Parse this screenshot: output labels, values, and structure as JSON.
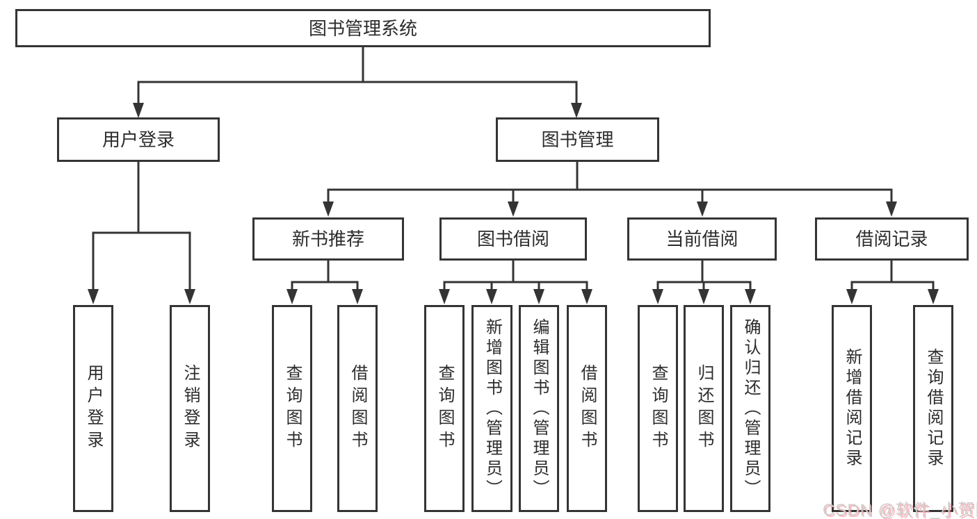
{
  "tree": {
    "root": {
      "label": "图书管理系统"
    },
    "children": [
      {
        "label": "用户登录",
        "children": [
          {
            "label": "用户登录"
          },
          {
            "label": "注销登录"
          }
        ]
      },
      {
        "label": "图书管理",
        "children": [
          {
            "label": "新书推荐",
            "children": [
              {
                "label": "查询图书"
              },
              {
                "label": "借阅图书"
              }
            ]
          },
          {
            "label": "图书借阅",
            "children": [
              {
                "label": "查询图书"
              },
              {
                "label": "新增图书（管理员）"
              },
              {
                "label": "编辑图书（管理员）"
              },
              {
                "label": "借阅图书"
              }
            ]
          },
          {
            "label": "当前借阅",
            "children": [
              {
                "label": "查询图书"
              },
              {
                "label": "归还图书"
              },
              {
                "label": "确认归还（管理员）"
              }
            ]
          },
          {
            "label": "借阅记录",
            "children": [
              {
                "label": "新增借阅记录"
              },
              {
                "label": "查询借阅记录"
              }
            ]
          }
        ]
      }
    ]
  },
  "watermark": {
    "text": "CSDN @软件_小贺同学"
  },
  "colors": {
    "line": "#343434",
    "box_border": "#343434",
    "text": "#2c2c2c",
    "background": "#ffffff",
    "watermark_text": "#d0cbcb",
    "watermark_shadow": "#f87e8a"
  }
}
